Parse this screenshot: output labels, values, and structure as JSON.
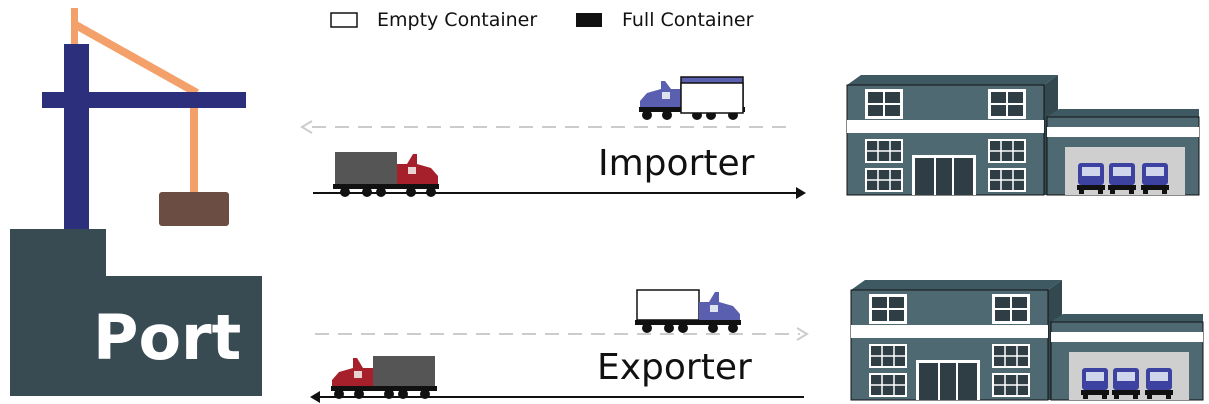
{
  "legend": {
    "empty_label": "Empty Container",
    "full_label": "Full Container"
  },
  "port": {
    "label": "Port"
  },
  "lanes": {
    "importer": {
      "label": "Importer"
    },
    "exporter": {
      "label": "Exporter"
    }
  },
  "colors": {
    "crane_navy": "#2b2f7c",
    "crane_orange": "#f4a06a",
    "crane_load": "#6b4d44",
    "port_body": "#384a52",
    "building_body": "#4f6973",
    "building_roof": "#3f5962",
    "truck_blue": "#5a5fb0",
    "truck_red": "#a5202a",
    "container_full": "#555555",
    "container_empty": "#ffffff",
    "arrow_solid": "#111111",
    "arrow_dashed": "#cccccc"
  },
  "icons": {
    "crane": "port-crane-icon",
    "building": "warehouse-building-icon",
    "truck": "semi-truck-icon"
  }
}
